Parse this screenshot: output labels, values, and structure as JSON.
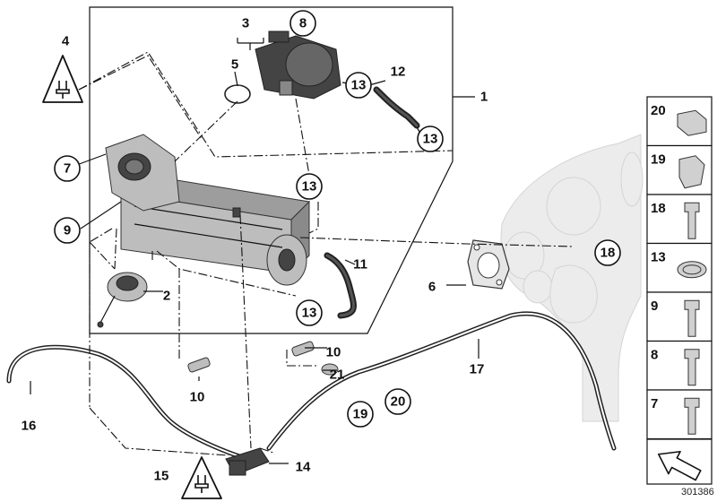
{
  "diagram": {
    "callouts": [
      {
        "id": "1",
        "circled": false
      },
      {
        "id": "2",
        "circled": false
      },
      {
        "id": "3",
        "circled": false
      },
      {
        "id": "4",
        "circled": false
      },
      {
        "id": "5",
        "circled": false
      },
      {
        "id": "6",
        "circled": false
      },
      {
        "id": "7",
        "circled": true
      },
      {
        "id": "8",
        "circled": true
      },
      {
        "id": "9",
        "circled": true
      },
      {
        "id": "10",
        "circled": false
      },
      {
        "id": "10",
        "circled": false
      },
      {
        "id": "11",
        "circled": false
      },
      {
        "id": "12",
        "circled": false
      },
      {
        "id": "13",
        "circled": true
      },
      {
        "id": "13",
        "circled": true
      },
      {
        "id": "13",
        "circled": true
      },
      {
        "id": "13",
        "circled": true
      },
      {
        "id": "14",
        "circled": false
      },
      {
        "id": "15",
        "circled": false
      },
      {
        "id": "16",
        "circled": false
      },
      {
        "id": "17",
        "circled": false
      },
      {
        "id": "18",
        "circled": true
      },
      {
        "id": "19",
        "circled": true
      },
      {
        "id": "20",
        "circled": true
      },
      {
        "id": "21",
        "circled": false
      }
    ],
    "legend": [
      "20",
      "19",
      "18",
      "13",
      "9",
      "8",
      "7"
    ],
    "diagram_number": "301386",
    "icons": [
      "electrical-warning-icon",
      "electrical-warning-icon",
      "arrow-navigation-icon"
    ]
  }
}
